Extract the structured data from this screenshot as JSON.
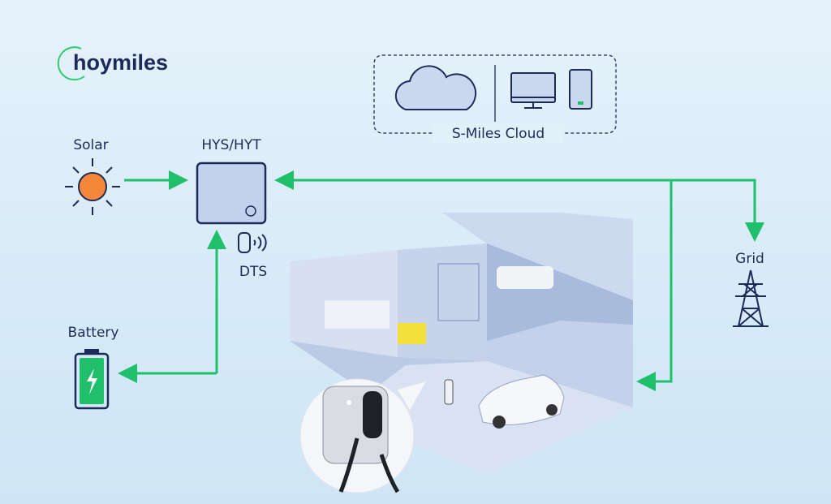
{
  "brand": {
    "logo_text": "hoymiles"
  },
  "labels": {
    "solar": "Solar",
    "inverter": "HYS/HYT",
    "dts": "DTS",
    "battery": "Battery",
    "grid": "Grid",
    "cloud": "S-Miles Cloud"
  },
  "colors": {
    "navy": "#1c2b5a",
    "green": "#1fbf6b",
    "sun": "#f5873a",
    "house": "#c9d6ec"
  }
}
